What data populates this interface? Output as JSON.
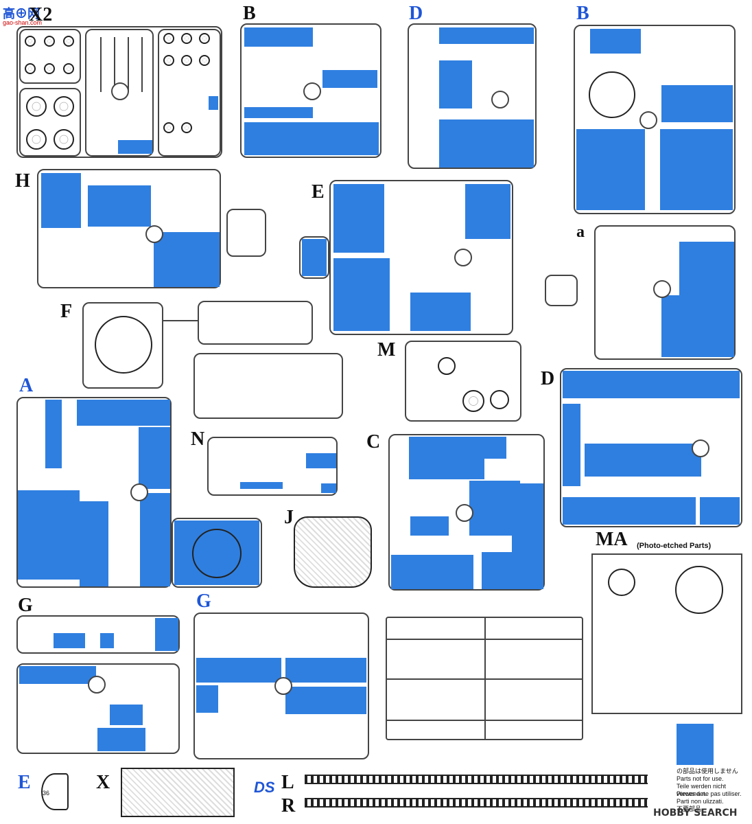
{
  "sprue_labels": {
    "x2": "X2",
    "b_top": "B",
    "d_top": "D",
    "b_right": "B",
    "h": "H",
    "e": "E",
    "a_small": "a",
    "f": "F",
    "m": "M",
    "a_big": "A",
    "d_right": "D",
    "n": "N",
    "c": "C",
    "j": "J",
    "g1": "G",
    "g2": "G",
    "ma": "MA",
    "ma_sub": "(Photo-etched Parts)",
    "e_bottom": "E",
    "x": "X",
    "l": "L",
    "r": "R"
  },
  "part_number_e36": "36",
  "ds_logo": "DS",
  "notice": {
    "jp": "の部品は使用しません",
    "en": "Parts not for use.",
    "de": "Teile werden nicht verwendet.",
    "fr": "Pieces a ne pas utiliser.",
    "it": "Parti non ulizzati.",
    "cn": "不要部品"
  },
  "watermark_top": "gao-shan.com",
  "watermark_bottom": "HOBBY SEARCH",
  "colors": {
    "highlight": "#2f7fe0",
    "label_blue": "#1f56d6"
  }
}
